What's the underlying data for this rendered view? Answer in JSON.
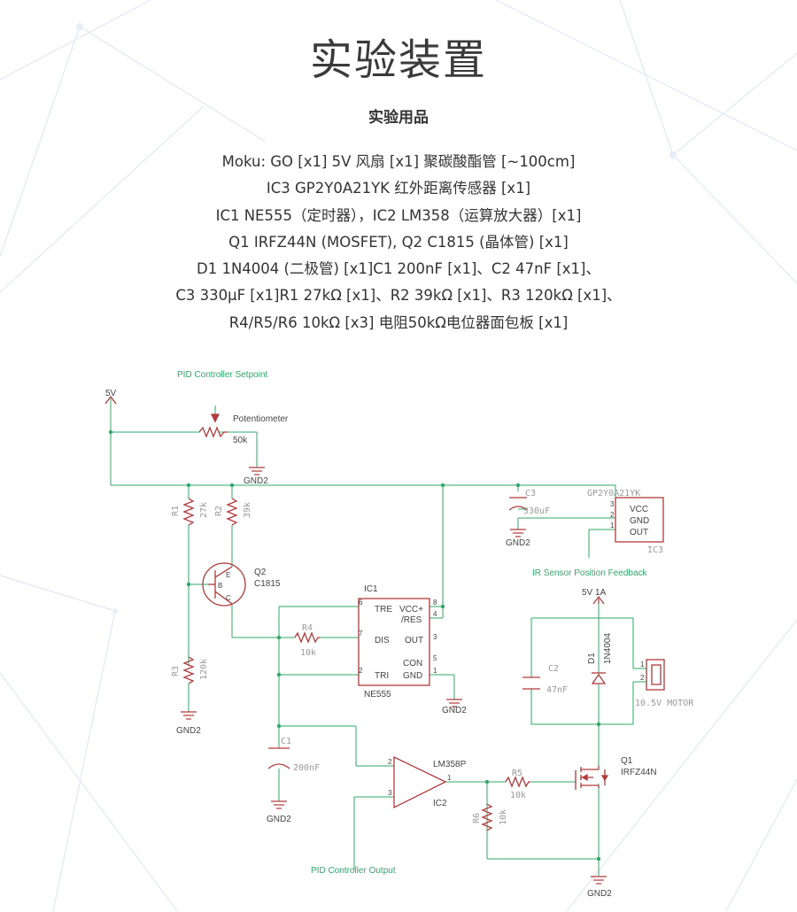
{
  "page": {
    "title": "实验装置",
    "subtitle": "实验用品",
    "items": [
      "Moku: GO [x1]  5V 风扇 [x1]  聚碳酸酯管 [~100cm]",
      "IC3 GP2Y0A21YK  红外距离传感器 [x1]",
      "IC1 NE555（定时器），IC2 LM358（运算放大器）[x1]",
      "Q1 IRFZ44N (MOSFET), Q2  C1815 (晶体管) [x1]",
      "D1 1N4004 (二极管) [x1]C1 200nF [x1]、C2 47nF [x1]、",
      "C3 330μF [x1]R1 27kΩ [x1]、R2 39kΩ [x1]、R3 120kΩ [x1]、",
      "R4/R5/R6 10kΩ [x3]  电阻50kΩ电位器面包板 [x1]"
    ]
  },
  "colors": {
    "wire": "#2fa86a",
    "component": "#b23a3a",
    "junction": "#2fa86a",
    "text": "#444444",
    "faint_text": "#9a9a9a",
    "background_lines": "#dfe9f4"
  },
  "schematic": {
    "notes": {
      "setpoint": "PID Controller Setpoint",
      "feedback": "IR Sensor Position Feedback",
      "output": "PID Controller Output"
    },
    "supply_5v": "5V",
    "supply_5v_1a": "5V 1A",
    "gnd": "GND2",
    "pot": {
      "label": "Potentiometer",
      "value": "50k"
    },
    "r1": {
      "name": "R1",
      "value": "27k"
    },
    "r2": {
      "name": "R2",
      "value": "39k"
    },
    "r3": {
      "name": "R3",
      "value": "120k"
    },
    "r4": {
      "name": "R4",
      "value": "10k"
    },
    "r5": {
      "name": "R5",
      "value": "10k"
    },
    "r6": {
      "name": "R6",
      "value": "10k"
    },
    "q2": {
      "name": "Q2",
      "part": "C1815",
      "pins": [
        "B",
        "E",
        "C"
      ]
    },
    "q1": {
      "name": "Q1",
      "part": "IRFZ44N"
    },
    "c1": {
      "name": "C1",
      "value": "200nF"
    },
    "c2": {
      "name": "C2",
      "value": "47nF"
    },
    "c3": {
      "name": "C3",
      "value": "330uF"
    },
    "d1": {
      "name": "D1",
      "part": "1N4004"
    },
    "ic1": {
      "name": "IC1",
      "part": "NE555",
      "left_pins": [
        {
          "num": "6",
          "label": "TRE"
        },
        {
          "num": "7",
          "label": "DIS"
        },
        {
          "num": "2",
          "label": "TRI"
        }
      ],
      "right_pins": [
        {
          "num": "8",
          "label": "VCC+"
        },
        {
          "num": "4",
          "label": "/RES"
        },
        {
          "num": "3",
          "label": "OUT"
        },
        {
          "num": "5",
          "label": "CON"
        },
        {
          "num": "1",
          "label": "GND"
        }
      ]
    },
    "ic2": {
      "name": "IC2",
      "part": "LM358P",
      "pins": [
        "2",
        "3",
        "1"
      ]
    },
    "ic3": {
      "name": "IC3",
      "part": "GP2Y0A21YK",
      "pins": [
        {
          "num": "3",
          "label": "VCC"
        },
        {
          "num": "2",
          "label": "GND"
        },
        {
          "num": "1",
          "label": "OUT"
        }
      ]
    },
    "motor": {
      "label": "10.5V MOTOR",
      "pins": [
        "1",
        "2"
      ]
    }
  }
}
